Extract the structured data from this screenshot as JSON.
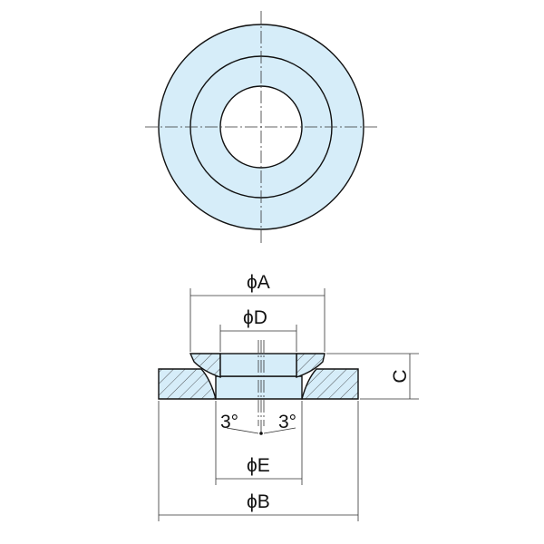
{
  "title": "Spherical washer set drawing",
  "colors": {
    "part_fill": "#d6edf9",
    "line": "#111111"
  },
  "labels": {
    "dia_a": "ϕA",
    "dia_d": "ϕD",
    "height_c": "C",
    "angle_left": "3°",
    "angle_right": "3°",
    "dia_e": "ϕE",
    "dia_b": "ϕB"
  }
}
